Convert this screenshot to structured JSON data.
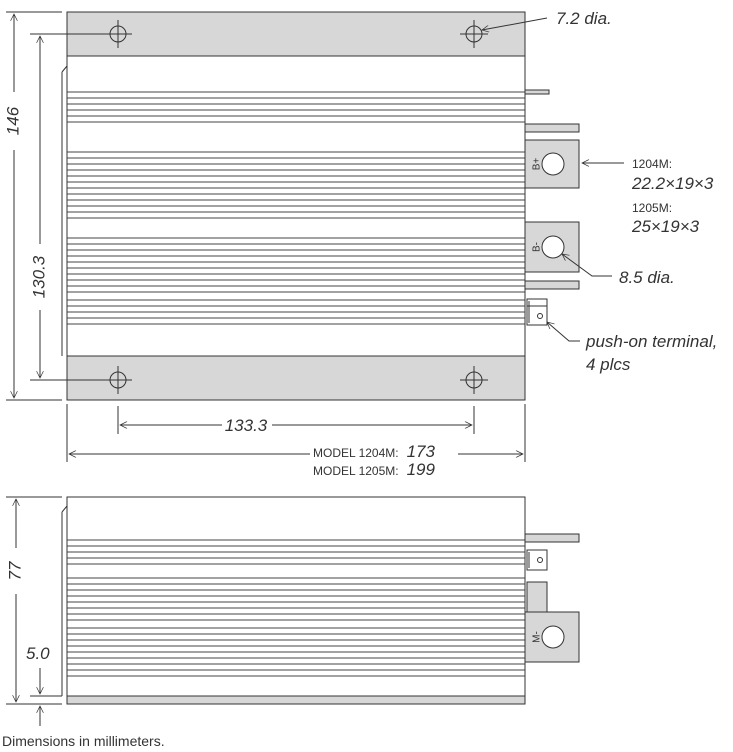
{
  "top_view": {
    "height_overall": "146",
    "hole_spacing_vertical": "130.3",
    "hole_spacing_horizontal": "133.3",
    "hole_dia_label": "7.2 dia.",
    "terminal_b_plus": "B+",
    "terminal_b_minus": "B-",
    "bolt_callout": {
      "model_a": "1204M:",
      "size_a": "22.2×19×3",
      "model_b": "1205M:",
      "size_b": "25×19×3"
    },
    "bolt_hole_label": "8.5 dia.",
    "push_on_label_1": "push-on terminal,",
    "push_on_label_2": "4 plcs",
    "width_model_a_prefix": "MODEL 1204M:",
    "width_model_a_value": "173",
    "width_model_b_prefix": "MODEL 1205M:",
    "width_model_b_value": "199"
  },
  "side_view": {
    "height_overall": "77",
    "base_height": "5.0",
    "terminal_m_minus": "M-"
  },
  "caption": "Dimensions in millimeters."
}
